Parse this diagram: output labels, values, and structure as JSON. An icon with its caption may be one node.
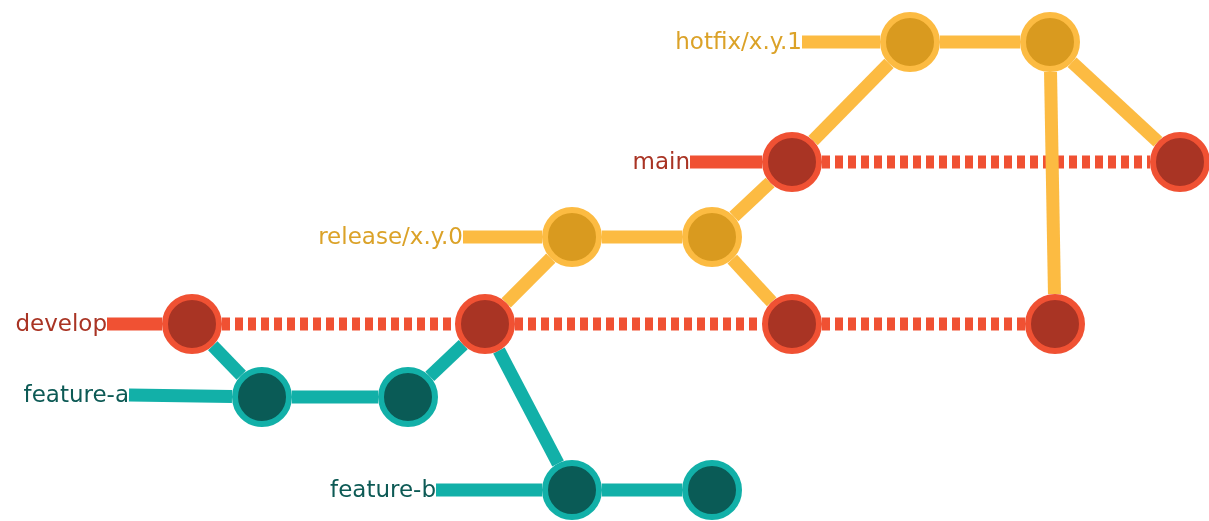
{
  "diagram": {
    "nodes": [
      {
        "text": [
          "hotfix/x.y.1"
        ]
      },
      {
        "text": [],
        "shape": "circle"
      },
      {
        "text": [],
        "shape": "circle"
      },
      {
        "text": [
          "main"
        ]
      },
      {
        "text": [],
        "shape": "circle"
      },
      {
        "text": [],
        "shape": "circle"
      },
      {
        "text": [
          "release/x.y.0"
        ]
      },
      {
        "text": [],
        "shape": "circle"
      },
      {
        "text": [],
        "shape": "circle"
      },
      {
        "text": [
          "develop"
        ]
      },
      {
        "text": [],
        "shape": "circle"
      },
      {
        "text": [],
        "shape": "circle"
      },
      {
        "text": [],
        "shape": "circle"
      },
      {
        "text": [],
        "shape": "circle"
      },
      {
        "text": [
          "feature-a"
        ]
      },
      {
        "text": [],
        "shape": "circle"
      },
      {
        "text": [],
        "shape": "circle"
      },
      {
        "text": [
          "feature-b"
        ]
      },
      {
        "text": [],
        "shape": "circle"
      },
      {
        "text": [],
        "shape": "circle"
      }
    ],
    "edges": [
      {
        "from": 9,
        "to": 10,
        "arrow": "none",
        "color": "#f05133"
      },
      {
        "from": 10,
        "to": 11,
        "arrow": "none",
        "style": "dashed",
        "color": "#f05133"
      },
      {
        "from": 11,
        "to": 12,
        "arrow": "none",
        "style": "dashed",
        "color": "#f05133"
      },
      {
        "from": 12,
        "to": 13,
        "arrow": "none",
        "style": "dashed",
        "color": "#f05133"
      },
      {
        "from": 14,
        "to": 15,
        "arrow": "none",
        "color": "#12b0a8"
      },
      {
        "from": 10,
        "to": 15,
        "arrow": "none",
        "color": "#12b0a8"
      },
      {
        "from": 15,
        "to": 16,
        "arrow": "none",
        "color": "#12b0a8"
      },
      {
        "from": 16,
        "to": 11,
        "arrow": "none",
        "color": "#12b0a8"
      },
      {
        "from": 17,
        "to": 18,
        "arrow": "none",
        "color": "#12b0a8"
      },
      {
        "from": 11,
        "to": 18,
        "arrow": "none",
        "color": "#12b0a8"
      },
      {
        "from": 18,
        "to": 19,
        "arrow": "none",
        "color": "#12b0a8"
      },
      {
        "from": 6,
        "to": 7,
        "arrow": "none",
        "color": "#fcbb42"
      },
      {
        "from": 11,
        "to": 7,
        "arrow": "none",
        "color": "#fcbb42"
      },
      {
        "from": 7,
        "to": 8,
        "arrow": "none",
        "color": "#fcbb42"
      },
      {
        "from": 8,
        "to": 12,
        "arrow": "none",
        "color": "#fcbb42"
      },
      {
        "from": 8,
        "to": 4,
        "arrow": "none",
        "color": "#fcbb42"
      },
      {
        "from": 3,
        "to": 4,
        "arrow": "none",
        "color": "#f05133"
      },
      {
        "from": 4,
        "to": 5,
        "arrow": "none",
        "style": "dashed",
        "color": "#f05133"
      },
      {
        "from": 0,
        "to": 1,
        "arrow": "none",
        "color": "#fcbb42"
      },
      {
        "from": 4,
        "to": 1,
        "arrow": "none",
        "color": "#fcbb42"
      },
      {
        "from": 1,
        "to": 2,
        "arrow": "none",
        "color": "#fcbb42"
      },
      {
        "from": 2,
        "to": 5,
        "arrow": "none",
        "color": "#fcbb42"
      },
      {
        "from": 2,
        "to": 13,
        "arrow": "none",
        "color": "#fcbb42"
      }
    ]
  }
}
